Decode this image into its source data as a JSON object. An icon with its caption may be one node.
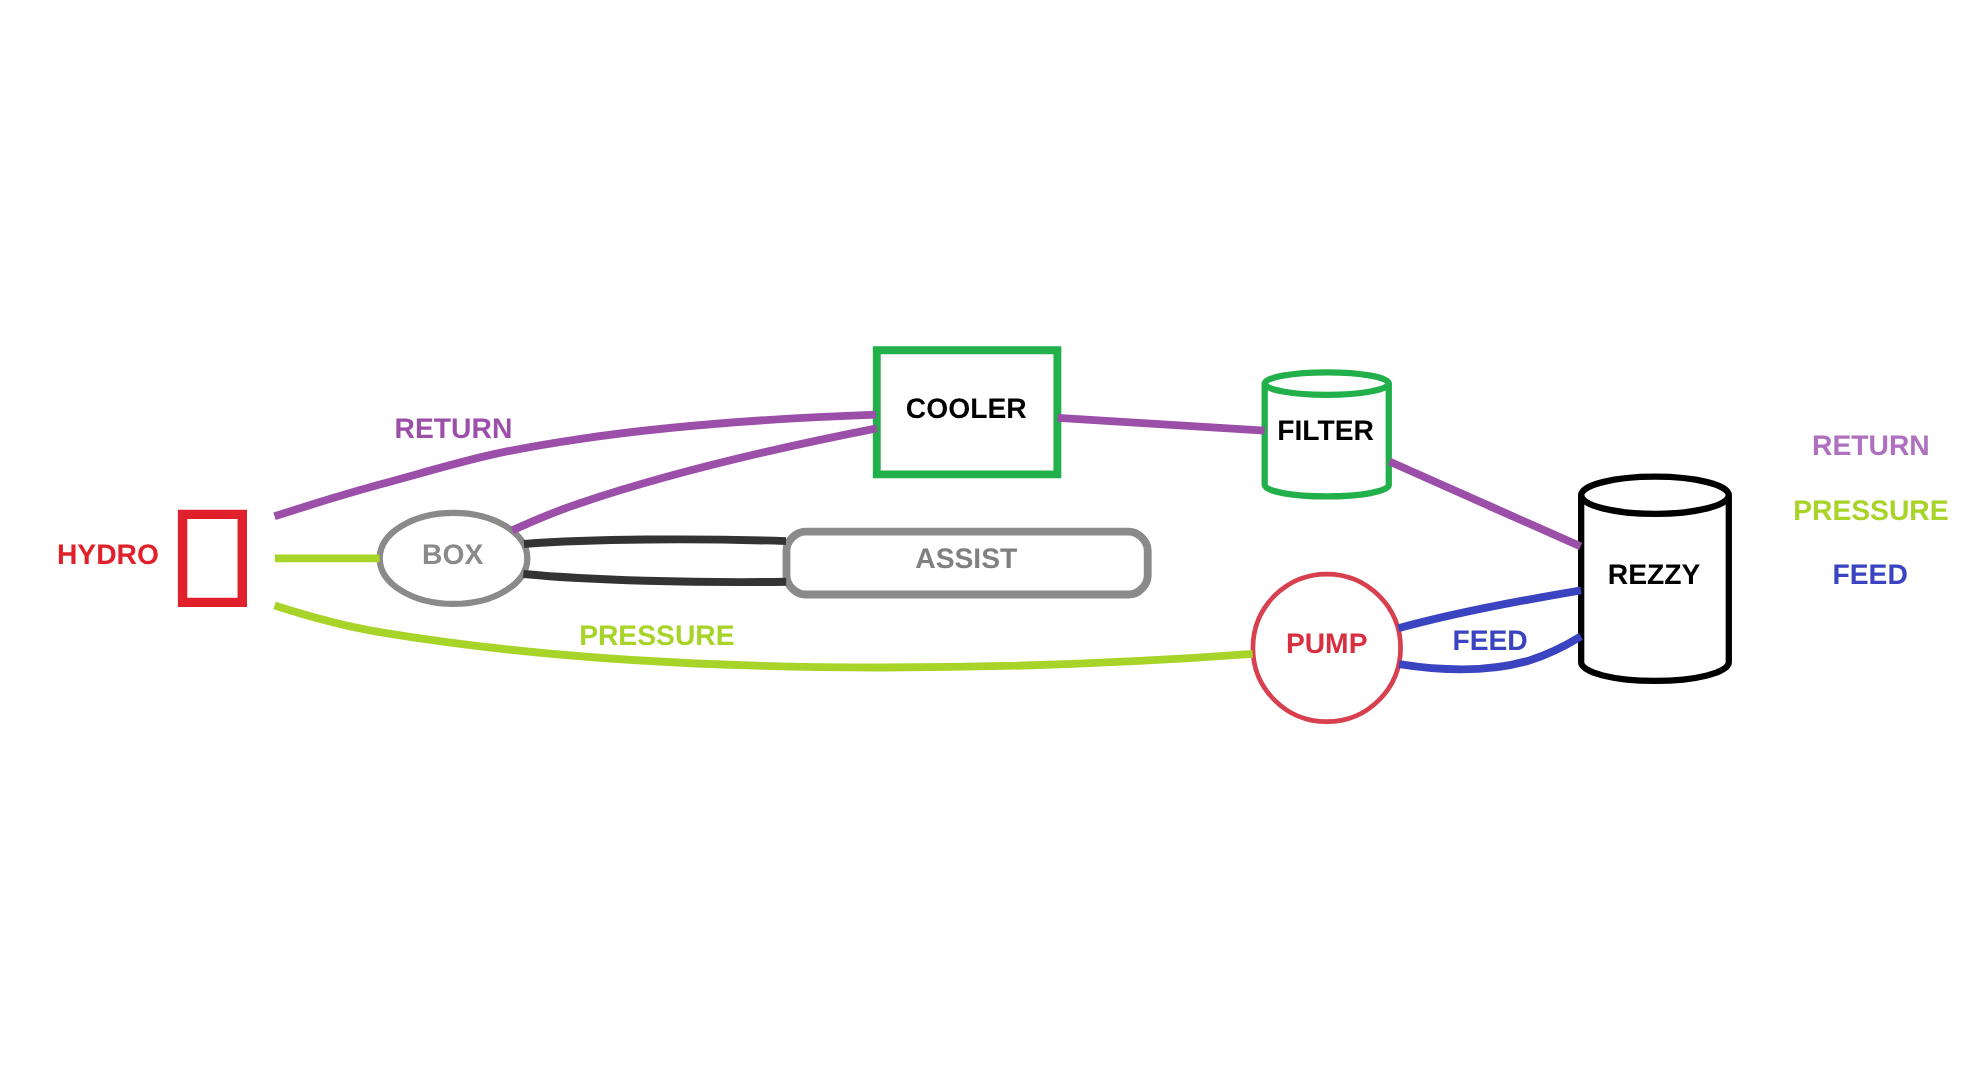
{
  "diagram": {
    "nodes": [
      {
        "text": [
          "HYDRO"
        ]
      },
      {
        "text": [
          "COOLER"
        ]
      },
      {
        "text": [
          "FILTER"
        ]
      },
      {
        "text": [
          "REZZY"
        ]
      },
      {
        "text": [
          "BOX"
        ]
      },
      {
        "text": [
          "PUMP"
        ]
      },
      {
        "text": [
          "ASSIST"
        ]
      }
    ],
    "edges": [
      {
        "from": 0,
        "to": 1,
        "arrow": "none",
        "label": "RETURN"
      },
      {
        "from": 4,
        "to": 1,
        "arrow": "none"
      },
      {
        "from": 1,
        "to": 2,
        "arrow": "none"
      },
      {
        "from": 2,
        "to": 3,
        "arrow": "none"
      },
      {
        "from": 0,
        "to": 5,
        "arrow": "none",
        "label": "PRESSURE",
        "color": "#a8d42a"
      },
      {
        "from": 0,
        "to": 4,
        "arrow": "none",
        "color": "#a8d42a"
      },
      {
        "from": 5,
        "to": 3,
        "arrow": "none",
        "color": "#3a44c0"
      },
      {
        "from": 5,
        "to": 3,
        "arrow": "none",
        "label": "FEED",
        "color": "#3a44c0"
      },
      {
        "from": 4,
        "to": 6,
        "arrow": "none",
        "color": "#333333"
      },
      {
        "from": 4,
        "to": 6,
        "arrow": "none",
        "color": "#333333"
      }
    ],
    "legend": [
      {
        "text": "RETURN",
        "color": "#b070c0"
      },
      {
        "text": "PRESSURE",
        "color": "#a8d42a"
      },
      {
        "text": "FEED",
        "color": "#3a44c0"
      }
    ]
  }
}
